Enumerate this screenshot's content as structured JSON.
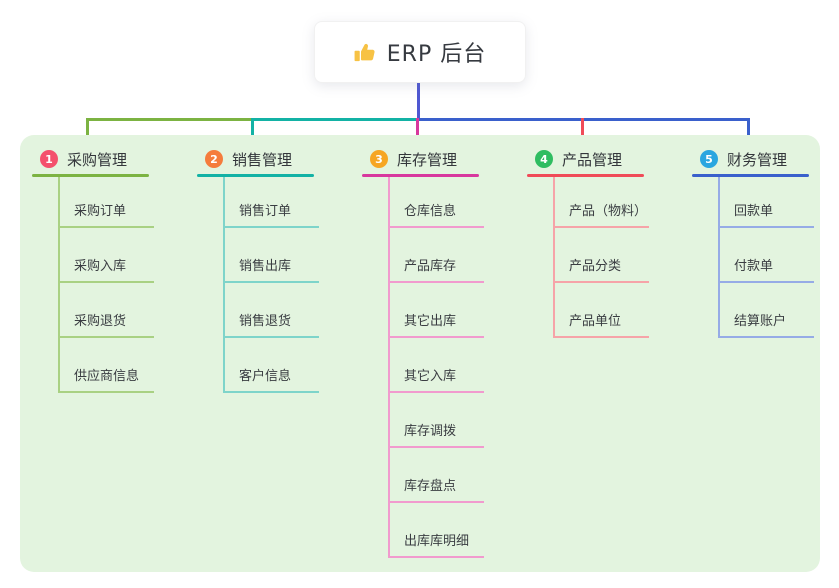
{
  "root": {
    "icon": "thumbs-up-icon",
    "title": "ERP 后台"
  },
  "palette": {
    "panel_background": "#e3f4df",
    "root_line": "#4f58d2",
    "branch_lines": [
      "#7cb342",
      "#13b2a5",
      "#d8389e",
      "#f04b58",
      "#3a60cc"
    ],
    "branch_child_lines": [
      "#a9d183",
      "#7ed4ca",
      "#f19ace",
      "#f6a3a8",
      "#96abe6"
    ],
    "badge_colors": [
      "#f4506c",
      "#f57c3c",
      "#f6a623",
      "#2fbd61",
      "#2aa6e0"
    ],
    "thumb_icon_color": "#f7c244",
    "text_color": "#33363b"
  },
  "branches": [
    {
      "number": "1",
      "label": "采购管理",
      "children": [
        "采购订单",
        "采购入库",
        "采购退货",
        "供应商信息"
      ]
    },
    {
      "number": "2",
      "label": "销售管理",
      "children": [
        "销售订单",
        "销售出库",
        "销售退货",
        "客户信息"
      ]
    },
    {
      "number": "3",
      "label": "库存管理",
      "children": [
        "仓库信息",
        "产品库存",
        "其它出库",
        "其它入库",
        "库存调拨",
        "库存盘点",
        "出库库明细"
      ]
    },
    {
      "number": "4",
      "label": "产品管理",
      "children": [
        "产品（物料）",
        "产品分类",
        "产品单位"
      ]
    },
    {
      "number": "5",
      "label": "财务管理",
      "children": [
        "回款单",
        "付款单",
        "结算账户"
      ]
    }
  ]
}
